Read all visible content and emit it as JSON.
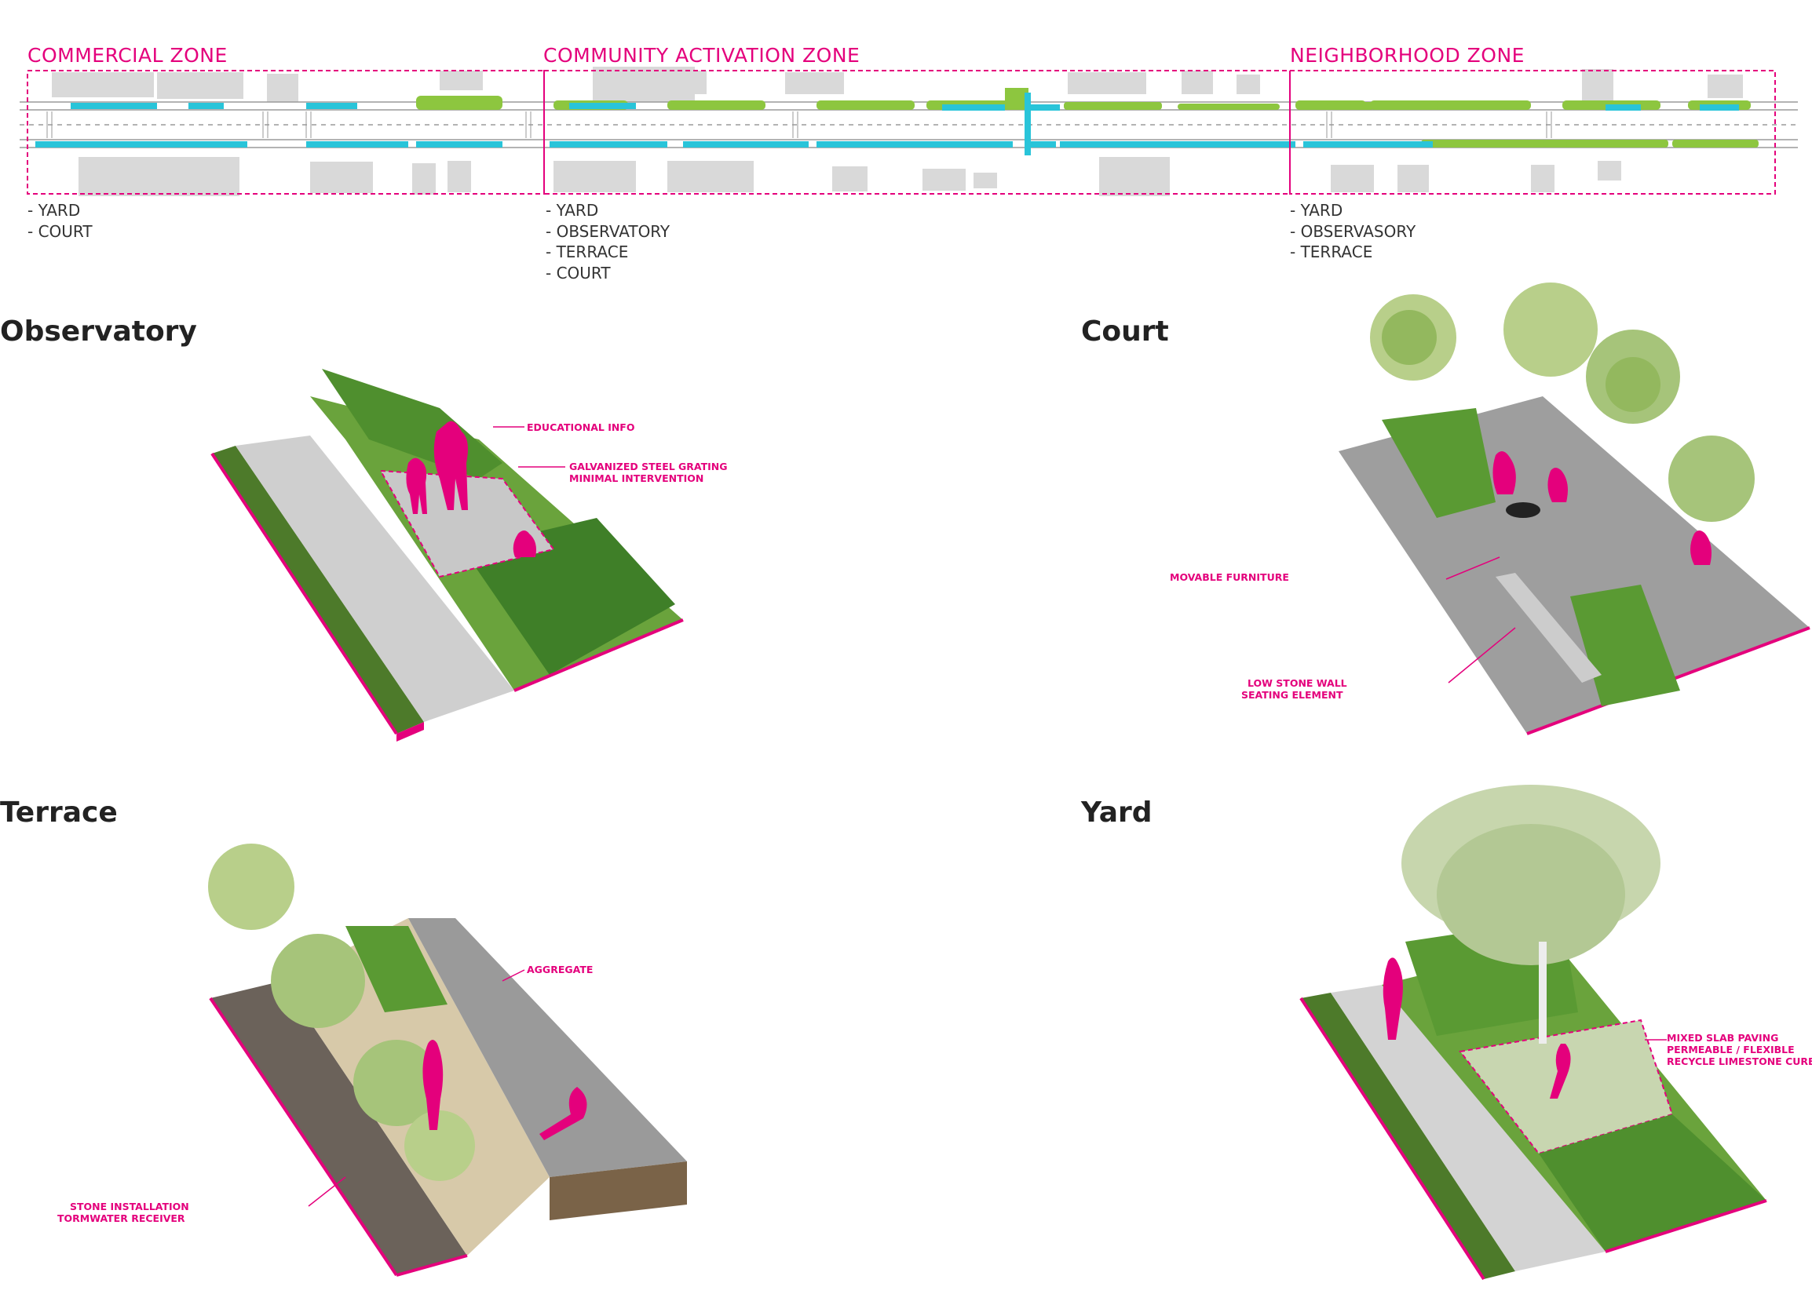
{
  "plan": {
    "zones": [
      {
        "title": "COMMERCIAL ZONE",
        "types": [
          "- YARD",
          "- COURT"
        ]
      },
      {
        "title": "COMMUNITY ACTIVATION ZONE",
        "types": [
          "- YARD",
          "- OBSERVATORY",
          "- TERRACE",
          "- COURT"
        ]
      },
      {
        "title": "NEIGHBORHOOD ZONE",
        "types": [
          "- YARD",
          "- OBSERVASORY",
          "- TERRACE"
        ]
      }
    ]
  },
  "sections": {
    "observatory": {
      "title": "Observatory",
      "callouts": [
        "EDUCATIONAL INFO",
        "GALVANIZED STEEL GRATING",
        "MINIMAL INTERVENTION"
      ]
    },
    "court": {
      "title": "Court",
      "callouts": [
        "MOVABLE FURNITURE",
        "LOW STONE WALL",
        "SEATING ELEMENT"
      ]
    },
    "terrace": {
      "title": "Terrace",
      "callouts": [
        "AGGREGATE",
        "STONE INSTALLATION",
        "TORMWATER RECEIVER"
      ]
    },
    "yard": {
      "title": "Yard",
      "callouts": [
        "MIXED SLAB PAVING",
        "PERMEABLE / FLEXIBLE",
        "RECYCLE LIMESTONE CURB"
      ]
    }
  },
  "colors": {
    "accent": "#e4007c",
    "planting": "#8dc63f",
    "water": "#29c4d9",
    "building": "#d9d9d9",
    "paving": "#b5b5b5"
  }
}
